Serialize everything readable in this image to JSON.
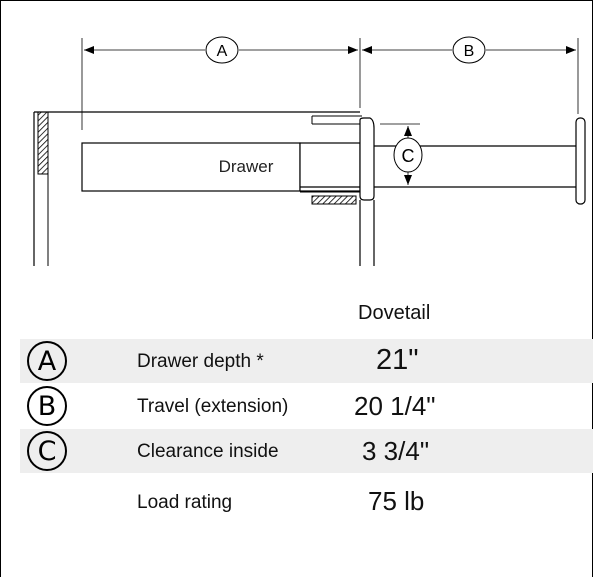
{
  "diagram": {
    "drawer_label": "Drawer",
    "dim_a": "A",
    "dim_b": "B",
    "dim_c": "C"
  },
  "table": {
    "header": "Dovetail",
    "rows": [
      {
        "marker": "A",
        "label": "Drawer depth *",
        "value": "21\""
      },
      {
        "marker": "B",
        "label": "Travel (extension)",
        "value": "20 1/4\""
      },
      {
        "marker": "C",
        "label": "Clearance inside",
        "value": "3 3/4\""
      },
      {
        "marker": "",
        "label": "Load rating",
        "value": "75 lb"
      }
    ]
  }
}
